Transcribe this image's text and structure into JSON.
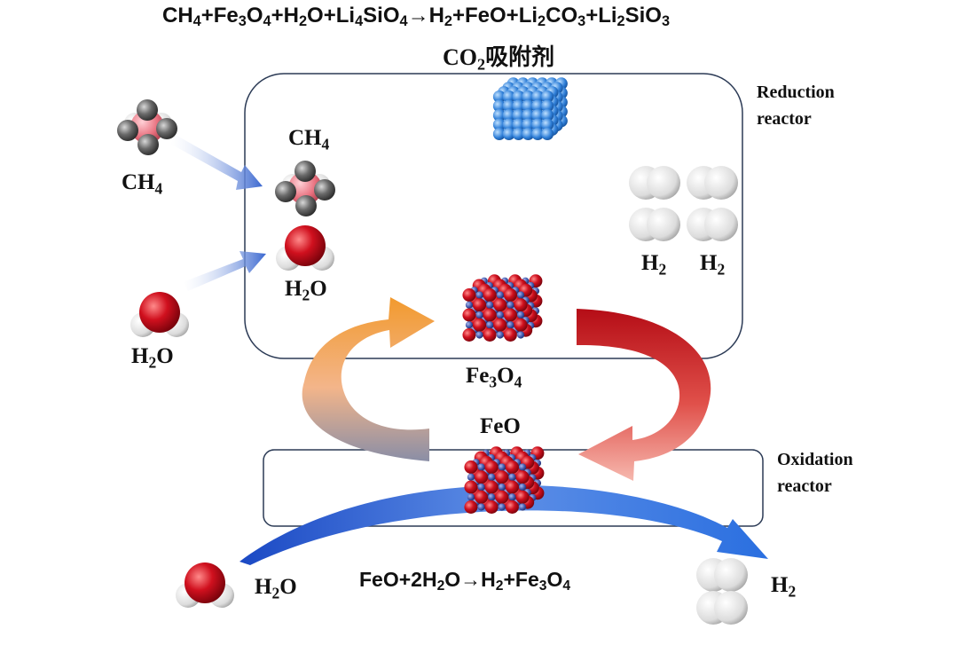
{
  "top_equation": {
    "parts": [
      {
        "t": "CH"
      },
      {
        "s": "4"
      },
      {
        "t": "+Fe"
      },
      {
        "s": "3"
      },
      {
        "t": "O"
      },
      {
        "s": "4"
      },
      {
        "t": "+H"
      },
      {
        "s": "2"
      },
      {
        "t": "O+Li"
      },
      {
        "s": "4"
      },
      {
        "t": "SiO"
      },
      {
        "s": "4"
      },
      {
        "t": "→H"
      },
      {
        "s": "2"
      },
      {
        "t": "+FeO+Li"
      },
      {
        "s": "2"
      },
      {
        "t": "CO"
      },
      {
        "s": "3"
      },
      {
        "t": "+Li"
      },
      {
        "s": "2"
      },
      {
        "t": "SiO"
      },
      {
        "s": "3"
      }
    ]
  },
  "sorbent_label": {
    "parts": [
      {
        "t": "CO"
      },
      {
        "s": "2"
      },
      {
        "t": "吸附剂"
      }
    ]
  },
  "reduction_reactor": {
    "line1": "Reduction",
    "line2": "reactor"
  },
  "oxidation_reactor": {
    "line1": "Oxidation",
    "line2": "reactor"
  },
  "labels": {
    "ch4_outside": {
      "parts": [
        {
          "t": "CH"
        },
        {
          "s": "4"
        }
      ]
    },
    "ch4_inside": {
      "parts": [
        {
          "t": "CH"
        },
        {
          "s": "4"
        }
      ]
    },
    "h2o_inside": {
      "parts": [
        {
          "t": "H"
        },
        {
          "s": "2"
        },
        {
          "t": "O"
        }
      ]
    },
    "h2o_outside": {
      "parts": [
        {
          "t": "H"
        },
        {
          "s": "2"
        },
        {
          "t": "O"
        }
      ]
    },
    "h2_left": {
      "parts": [
        {
          "t": "H"
        },
        {
          "s": "2"
        }
      ]
    },
    "h2_right": {
      "parts": [
        {
          "t": "H"
        },
        {
          "s": "2"
        }
      ]
    },
    "fe3o4": {
      "parts": [
        {
          "t": "Fe"
        },
        {
          "s": "3"
        },
        {
          "t": "O"
        },
        {
          "s": "4"
        }
      ]
    },
    "feo": {
      "parts": [
        {
          "t": "FeO"
        }
      ]
    },
    "h2o_bottom": {
      "parts": [
        {
          "t": "H"
        },
        {
          "s": "2"
        },
        {
          "t": "O"
        }
      ]
    },
    "h2_bottom": {
      "parts": [
        {
          "t": "H"
        },
        {
          "s": "2"
        }
      ]
    }
  },
  "bottom_equation": {
    "parts": [
      {
        "t": "FeO+2H"
      },
      {
        "s": "2"
      },
      {
        "t": "O→H"
      },
      {
        "s": "2"
      },
      {
        "t": "+Fe"
      },
      {
        "s": "3"
      },
      {
        "t": "O"
      },
      {
        "s": "4"
      }
    ]
  },
  "colors": {
    "carbon": "#5a5a5a",
    "hydrogen": "#e6e6e6",
    "oxygen": "#c8102e",
    "iron": "#3c54a8",
    "sorbent": "#2f7fd8",
    "feed_arrow": "#3f6fd0",
    "arrow_to_reduction": "#f2a03d",
    "arrow_to_oxidation": "#c0141a",
    "steam_arrow": "#1f5fd6",
    "reactor_border": "#2b3a55"
  }
}
